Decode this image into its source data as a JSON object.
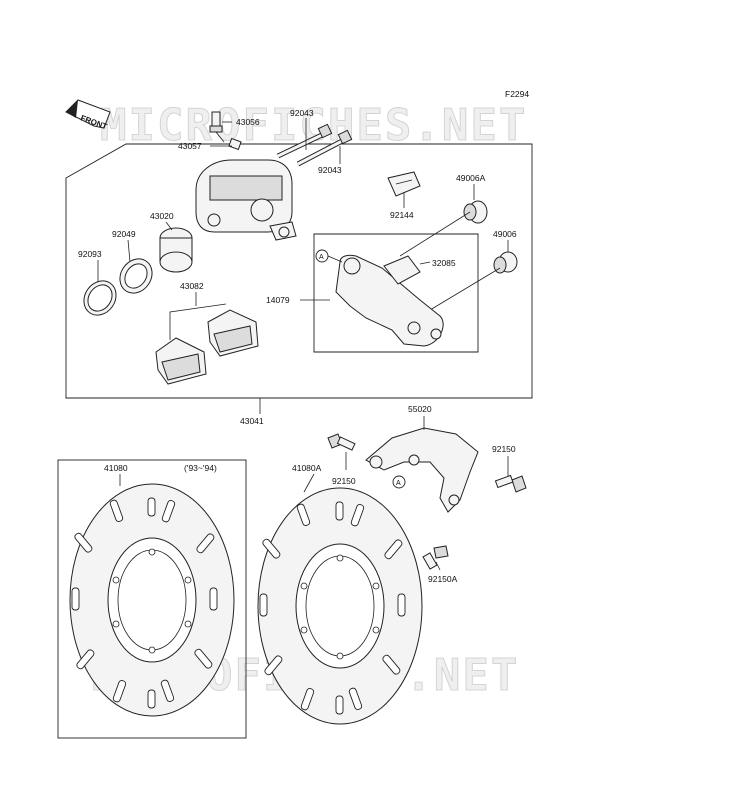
{
  "diagram_code": "F2294",
  "watermark": "MICROFICHES.NET",
  "front_label": "FRONT",
  "year_note": "('93~'94)",
  "callout_letter": "A",
  "parts": {
    "p43056": "43056",
    "p43057": "43057",
    "p92043a": "92043",
    "p92043b": "92043",
    "p92144": "92144",
    "p49006A": "49006A",
    "p49006": "49006",
    "p43020": "43020",
    "p92049": "92049",
    "p92093": "92093",
    "p32085": "32085",
    "p14079": "14079",
    "p43082": "43082",
    "p43041": "43041",
    "p55020": "55020",
    "p92150a": "92150",
    "p92150b": "92150",
    "p92150A": "92150A",
    "p41080": "41080",
    "p41080A": "41080A"
  }
}
